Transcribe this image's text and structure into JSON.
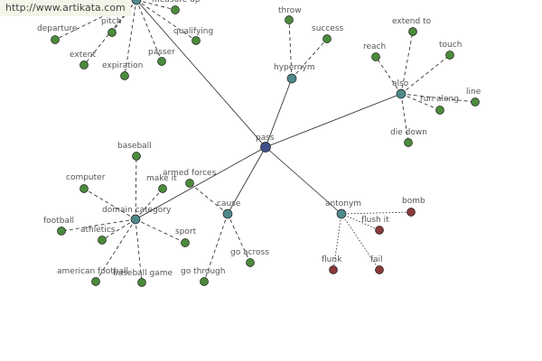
{
  "url_text": "http://www.artikata.com",
  "colors": {
    "edge": "#222222",
    "center_node": "#3d4f8c",
    "relation_node": "#4f8a8b",
    "green_node": "#4b8b3b",
    "red_node": "#8b3a3a",
    "label": "#555555"
  },
  "nodes": [
    {
      "id": "pass",
      "label": "pass",
      "type": "center"
    },
    {
      "id": "hypernym",
      "label": "hypernym",
      "type": "relation"
    },
    {
      "id": "also",
      "label": "also",
      "type": "relation"
    },
    {
      "id": "antonym",
      "label": "antonym",
      "type": "relation"
    },
    {
      "id": "cause",
      "label": "cause",
      "type": "relation"
    },
    {
      "id": "domain",
      "label": "domain category",
      "type": "relation"
    },
    {
      "id": "topcluster",
      "label": "",
      "type": "relation"
    },
    {
      "id": "throw",
      "label": "throw",
      "type": "green"
    },
    {
      "id": "success",
      "label": "success",
      "type": "green"
    },
    {
      "id": "extendto",
      "label": "extend to",
      "type": "green"
    },
    {
      "id": "reach",
      "label": "reach",
      "type": "green"
    },
    {
      "id": "touch",
      "label": "touch",
      "type": "green"
    },
    {
      "id": "line",
      "label": "line",
      "type": "green"
    },
    {
      "id": "runalong",
      "label": "run along",
      "type": "green"
    },
    {
      "id": "diedown",
      "label": "die down",
      "type": "green"
    },
    {
      "id": "bomb",
      "label": "bomb",
      "type": "red"
    },
    {
      "id": "flushit",
      "label": "flush it",
      "type": "red"
    },
    {
      "id": "flunk",
      "label": "flunk",
      "type": "red"
    },
    {
      "id": "fail",
      "label": "fail",
      "type": "red"
    },
    {
      "id": "goacross",
      "label": "go across",
      "type": "green"
    },
    {
      "id": "gothrough",
      "label": "go through",
      "type": "green"
    },
    {
      "id": "armedforces",
      "label": "armed forces",
      "type": "green"
    },
    {
      "id": "baseball",
      "label": "baseball",
      "type": "green"
    },
    {
      "id": "computer",
      "label": "computer",
      "type": "green"
    },
    {
      "id": "makeit",
      "label": "make it",
      "type": "green"
    },
    {
      "id": "football",
      "label": "football",
      "type": "green"
    },
    {
      "id": "athletics",
      "label": "athletics",
      "type": "green"
    },
    {
      "id": "sport",
      "label": "sport",
      "type": "green"
    },
    {
      "id": "americanfootball",
      "label": "american football",
      "type": "green"
    },
    {
      "id": "baseballgame",
      "label": "baseball game",
      "type": "green"
    },
    {
      "id": "departure",
      "label": "departure",
      "type": "green"
    },
    {
      "id": "pitch",
      "label": "pitch",
      "type": "green"
    },
    {
      "id": "extent",
      "label": "extent",
      "type": "green"
    },
    {
      "id": "expiration",
      "label": "expiration",
      "type": "green"
    },
    {
      "id": "passer",
      "label": "passer",
      "type": "green"
    },
    {
      "id": "qualifying",
      "label": "qualifying",
      "type": "green"
    },
    {
      "id": "measureup",
      "label": "measure up",
      "type": "green"
    }
  ],
  "edges": [
    {
      "from": "pass",
      "to": "hypernym",
      "style": "solid"
    },
    {
      "from": "pass",
      "to": "also",
      "style": "solid"
    },
    {
      "from": "pass",
      "to": "antonym",
      "style": "solid"
    },
    {
      "from": "pass",
      "to": "cause",
      "style": "solid"
    },
    {
      "from": "pass",
      "to": "domain",
      "style": "solid"
    },
    {
      "from": "pass",
      "to": "topcluster",
      "style": "solid"
    },
    {
      "from": "hypernym",
      "to": "throw",
      "style": "dashed"
    },
    {
      "from": "hypernym",
      "to": "success",
      "style": "dashed"
    },
    {
      "from": "also",
      "to": "extendto",
      "style": "dashed"
    },
    {
      "from": "also",
      "to": "reach",
      "style": "dashed"
    },
    {
      "from": "also",
      "to": "touch",
      "style": "dashed"
    },
    {
      "from": "also",
      "to": "line",
      "style": "dashed"
    },
    {
      "from": "also",
      "to": "runalong",
      "style": "dashed"
    },
    {
      "from": "also",
      "to": "diedown",
      "style": "dashed"
    },
    {
      "from": "antonym",
      "to": "bomb",
      "style": "dotted"
    },
    {
      "from": "antonym",
      "to": "flushit",
      "style": "dotted"
    },
    {
      "from": "antonym",
      "to": "flunk",
      "style": "dotted"
    },
    {
      "from": "antonym",
      "to": "fail",
      "style": "dotted"
    },
    {
      "from": "cause",
      "to": "goacross",
      "style": "dashed"
    },
    {
      "from": "cause",
      "to": "gothrough",
      "style": "dashed"
    },
    {
      "from": "cause",
      "to": "armedforces",
      "style": "dashed"
    },
    {
      "from": "domain",
      "to": "baseball",
      "style": "dashed"
    },
    {
      "from": "domain",
      "to": "computer",
      "style": "dashed"
    },
    {
      "from": "domain",
      "to": "makeit",
      "style": "dashed"
    },
    {
      "from": "domain",
      "to": "football",
      "style": "dashed"
    },
    {
      "from": "domain",
      "to": "athletics",
      "style": "dashed"
    },
    {
      "from": "domain",
      "to": "sport",
      "style": "dashed"
    },
    {
      "from": "domain",
      "to": "americanfootball",
      "style": "dashed"
    },
    {
      "from": "domain",
      "to": "baseballgame",
      "style": "dashed"
    },
    {
      "from": "topcluster",
      "to": "departure",
      "style": "dashed"
    },
    {
      "from": "topcluster",
      "to": "pitch",
      "style": "dashed"
    },
    {
      "from": "topcluster",
      "to": "extent",
      "style": "dashed"
    },
    {
      "from": "topcluster",
      "to": "expiration",
      "style": "dashed"
    },
    {
      "from": "topcluster",
      "to": "passer",
      "style": "dashed"
    },
    {
      "from": "topcluster",
      "to": "qualifying",
      "style": "dashed"
    },
    {
      "from": "topcluster",
      "to": "measureup",
      "style": "dashed"
    }
  ]
}
